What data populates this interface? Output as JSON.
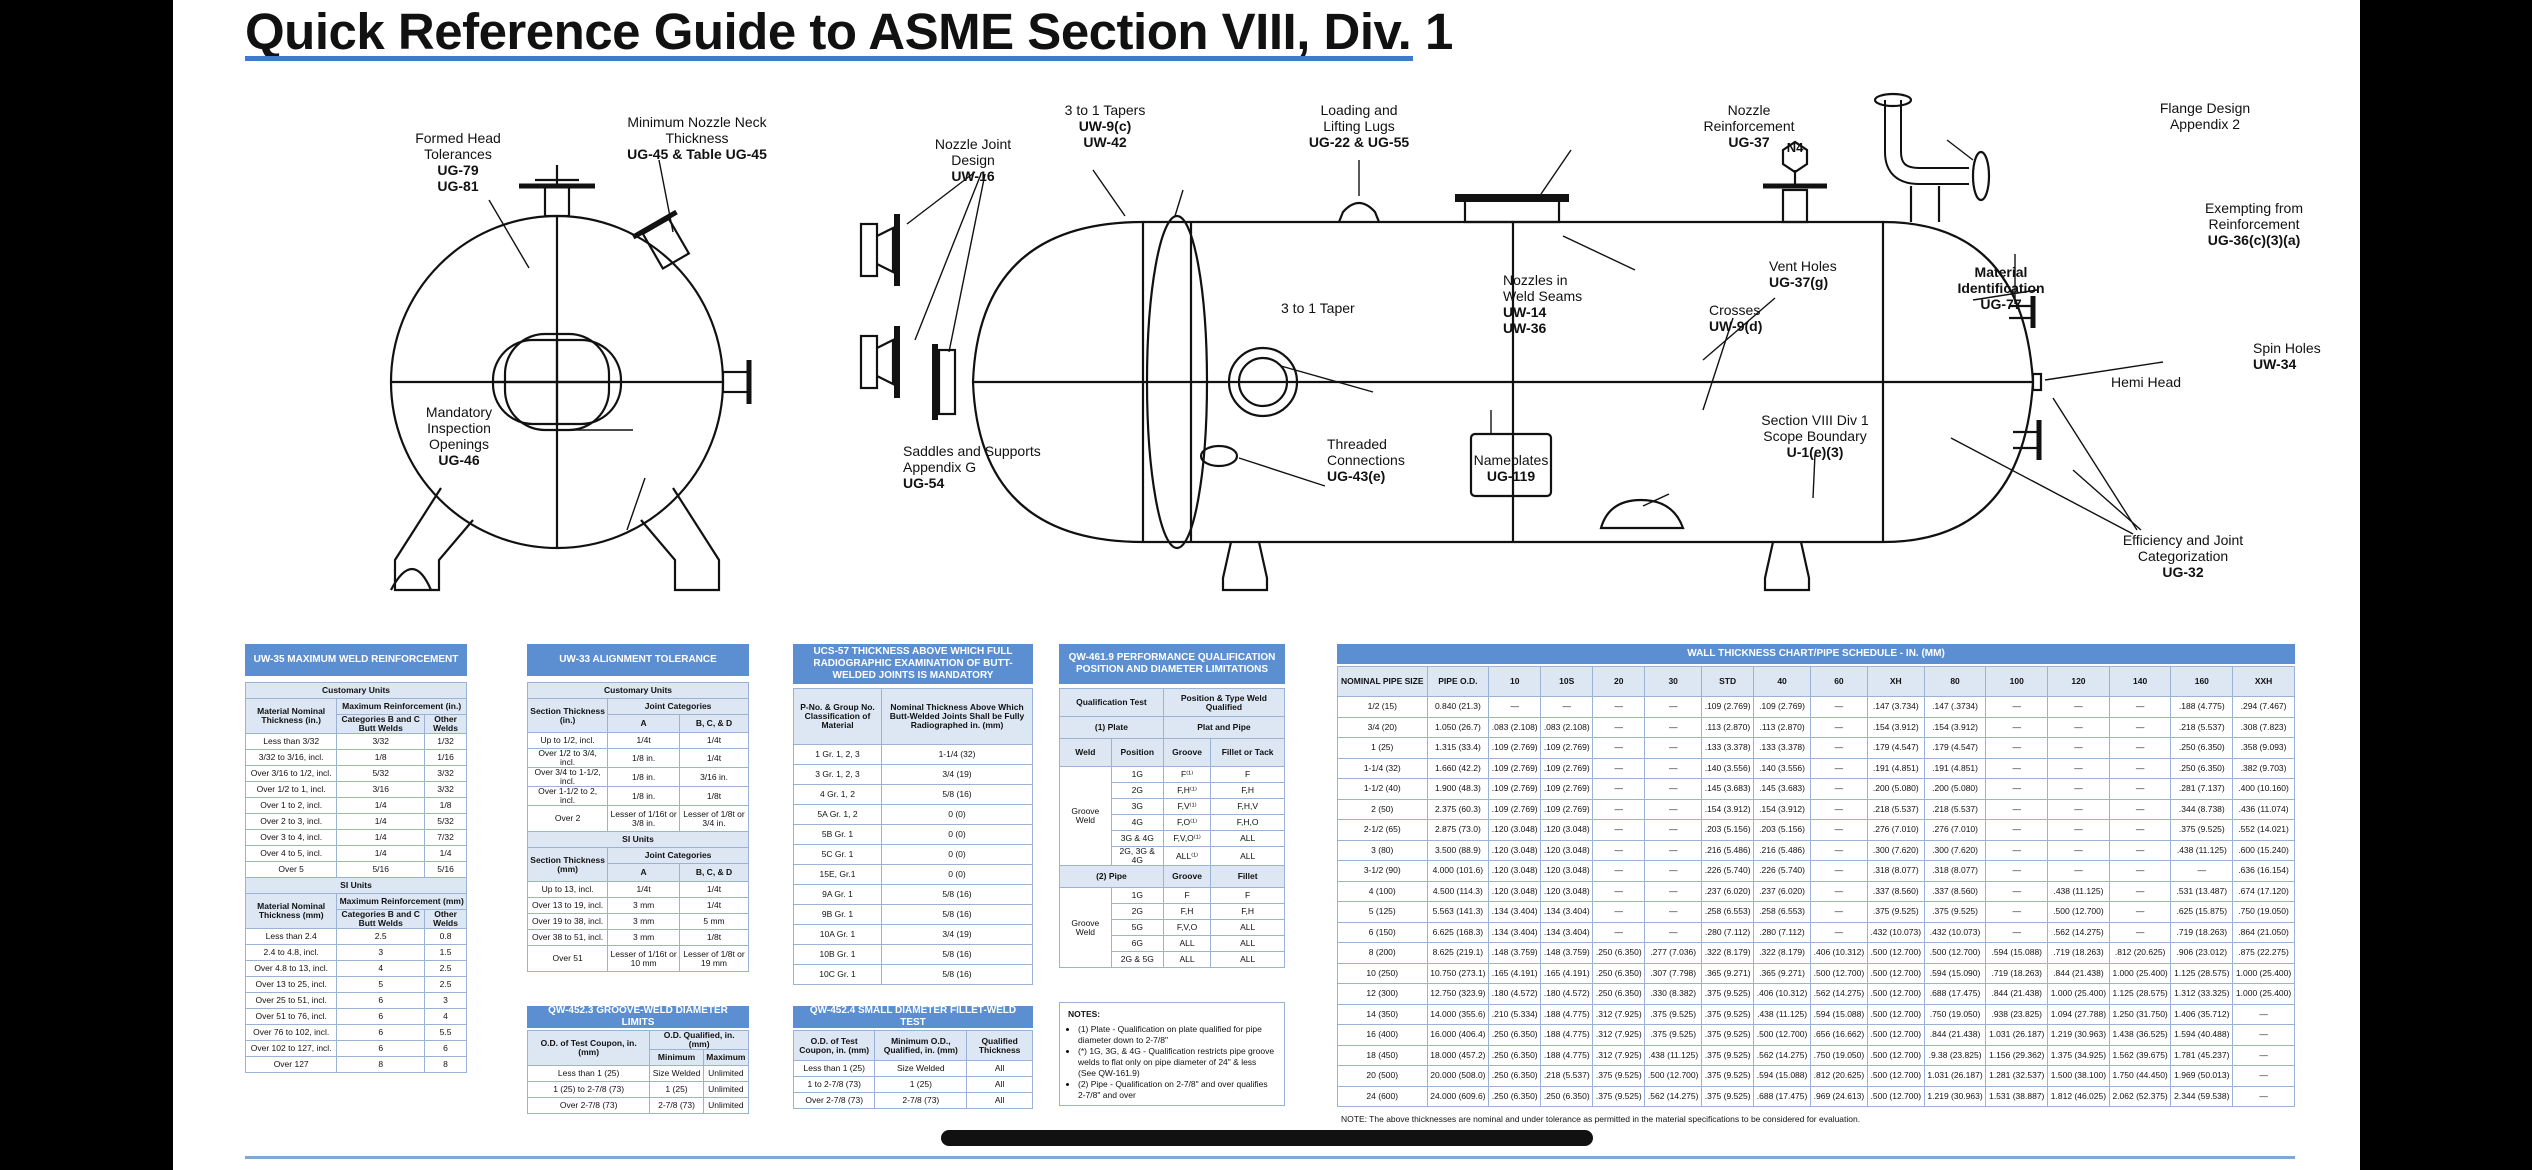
{
  "title": "Quick Reference Guide to ASME Section VIII, Div. 1",
  "annotations": {
    "formed_head": [
      "Formed Head",
      "Tolerances",
      "UG-79",
      "UG-81"
    ],
    "min_nozzle": [
      "Minimum Nozzle Neck",
      "Thickness",
      "UG-45 & Table UG-45"
    ],
    "nozzle_joint": [
      "Nozzle Joint",
      "Design",
      "UW-16"
    ],
    "tapers": [
      "3 to 1 Tapers",
      "UW-9(c)",
      "UW-42"
    ],
    "lugs": [
      "Loading and",
      "Lifting Lugs",
      "UG-22 & UG-55"
    ],
    "nozzle_reinf": [
      "Nozzle",
      "Reinforcement",
      "UG-37"
    ],
    "n4": "N4",
    "flange": [
      "Flange Design",
      "Appendix 2"
    ],
    "exempting": [
      "Exempting from",
      "Reinforcement",
      "UG-36(c)(3)(a)"
    ],
    "taper_1": "3 to 1 Taper",
    "nozzles_weld": [
      "Nozzles in",
      "Weld Seams",
      "UW-14",
      "UW-36"
    ],
    "vent": [
      "Vent Holes",
      "UG-37(g)"
    ],
    "material": [
      "Material",
      "Identification",
      "UG-77"
    ],
    "crosses": [
      "Crosses",
      "UW-9(d)"
    ],
    "spin": [
      "Spin Holes",
      "UW-34"
    ],
    "hemi": "Hemi Head",
    "mandatory": [
      "Mandatory",
      "Inspection",
      "Openings",
      "UG-46"
    ],
    "saddles": [
      "Saddles and Supports",
      "Appendix G",
      "UG-54"
    ],
    "threaded": [
      "Threaded",
      "Connections",
      "UG-43(e)"
    ],
    "nameplates": [
      "Nameplates",
      "UG-119"
    ],
    "scope": [
      "Section VIII Div 1",
      "Scope Boundary",
      "U-1(e)(3)"
    ],
    "efficiency": [
      "Efficiency and Joint",
      "Categorization",
      "UG-32"
    ]
  },
  "uw35": {
    "title": "UW-35 MAXIMUM WELD REINFORCEMENT",
    "cust_label": "Customary Units",
    "h_material": "Material Nominal Thickness (in.)",
    "h_max": "Maximum Reinforcement (in.)",
    "h_cat": "Categories B and C Butt Welds",
    "h_other": "Other Welds",
    "cust_rows": [
      [
        "Less than 3/32",
        "3/32",
        "1/32"
      ],
      [
        "3/32 to 3/16, incl.",
        "1/8",
        "1/16"
      ],
      [
        "Over 3/16 to 1/2, incl.",
        "5/32",
        "3/32"
      ],
      [
        "Over 1/2 to 1, incl.",
        "3/16",
        "3/32"
      ],
      [
        "Over 1 to 2, incl.",
        "1/4",
        "1/8"
      ],
      [
        "Over 2 to 3, incl.",
        "1/4",
        "5/32"
      ],
      [
        "Over 3 to 4, incl.",
        "1/4",
        "7/32"
      ],
      [
        "Over 4 to 5, incl.",
        "1/4",
        "1/4"
      ],
      [
        "Over 5",
        "5/16",
        "5/16"
      ]
    ],
    "si_label": "SI Units",
    "h_material_si": "Material Nominal Thickness (mm)",
    "h_max_si": "Maximum Reinforcement (mm)",
    "h_cat_si": "Categories B and C Butt Welds",
    "si_rows": [
      [
        "Less than 2.4",
        "2.5",
        "0.8"
      ],
      [
        "2.4 to 4.8, incl.",
        "3",
        "1.5"
      ],
      [
        "Over 4.8 to 13, incl.",
        "4",
        "2.5"
      ],
      [
        "Over 13 to 25, incl.",
        "5",
        "2.5"
      ],
      [
        "Over 25 to 51, incl.",
        "6",
        "3"
      ],
      [
        "Over 51 to 76, incl.",
        "6",
        "4"
      ],
      [
        "Over 76 to 102, incl.",
        "6",
        "5.5"
      ],
      [
        "Over 102 to 127, incl.",
        "6",
        "6"
      ],
      [
        "Over 127",
        "8",
        "8"
      ]
    ]
  },
  "uw33": {
    "title": "UW-33 ALIGNMENT TOLERANCE",
    "cust_label": "Customary Units",
    "h_section": "Section Thickness (in.)",
    "h_joint": "Joint Categories",
    "h_a": "A",
    "h_bcd": "B, C, & D",
    "cust_rows": [
      [
        "Up to 1/2, incl.",
        "1/4t",
        "1/4t"
      ],
      [
        "Over 1/2 to 3/4, incl.",
        "1/8 in.",
        "1/4t"
      ],
      [
        "Over 3/4 to 1-1/2, incl.",
        "1/8 in.",
        "3/16 in."
      ],
      [
        "Over 1-1/2 to 2, incl.",
        "1/8 in.",
        "1/8t"
      ],
      [
        "Over 2",
        "Lesser of 1/16t or 3/8 in.",
        "Lesser of 1/8t or 3/4 in."
      ]
    ],
    "si_label": "SI Units",
    "h_section_si": "Section Thickness (mm)",
    "si_rows": [
      [
        "Up to 13, incl.",
        "1/4t",
        "1/4t"
      ],
      [
        "Over 13 to 19, incl.",
        "3 mm",
        "1/4t"
      ],
      [
        "Over 19 to 38, incl.",
        "3 mm",
        "5 mm"
      ],
      [
        "Over 38 to 51, incl.",
        "3 mm",
        "1/8t"
      ],
      [
        "Over 51",
        "Lesser of 1/16t or 10 mm",
        "Lesser of 1/8t or 19 mm"
      ]
    ]
  },
  "qw4523": {
    "title": "QW-452.3 GROOVE-WELD DIAMETER LIMITS",
    "h_od": "O.D. of Test Coupon, in. (mm)",
    "h_q": "O.D. Qualified, in. (mm)",
    "h_min": "Minimum",
    "h_max": "Maximum",
    "rows": [
      [
        "Less than 1 (25)",
        "Size Welded",
        "Unlimited"
      ],
      [
        "1 (25) to 2-7/8 (73)",
        "1 (25)",
        "Unlimited"
      ],
      [
        "Over 2-7/8 (73)",
        "2-7/8 (73)",
        "Unlimited"
      ]
    ]
  },
  "ucs57": {
    "title": "UCS-57 THICKNESS ABOVE WHICH FULL RADIOGRAPHIC EXAMINATION OF BUTT-WELDED JOINTS IS MANDATORY",
    "h_p": "P-No. & Group No. Classification of Material",
    "h_nom": "Nominal Thickness Above Which Butt-Welded Joints Shall be Fully Radiographed in. (mm)",
    "rows": [
      [
        "1 Gr. 1, 2, 3",
        "1-1/4 (32)"
      ],
      [
        "3 Gr. 1, 2, 3",
        "3/4 (19)"
      ],
      [
        "4 Gr. 1, 2",
        "5/8 (16)"
      ],
      [
        "5A Gr. 1, 2",
        "0 (0)"
      ],
      [
        "5B Gr. 1",
        "0 (0)"
      ],
      [
        "5C Gr. 1",
        "0 (0)"
      ],
      [
        "15E, Gr.1",
        "0 (0)"
      ],
      [
        "9A Gr. 1",
        "5/8 (16)"
      ],
      [
        "9B Gr. 1",
        "5/8 (16)"
      ],
      [
        "10A Gr. 1",
        "3/4 (19)"
      ],
      [
        "10B Gr. 1",
        "5/8 (16)"
      ],
      [
        "10C Gr. 1",
        "5/8 (16)"
      ]
    ]
  },
  "qw4524": {
    "title": "QW-452.4 SMALL DIAMETER FILLET-WELD TEST",
    "h_od": "O.D. of Test Coupon, in. (mm)",
    "h_min": "Minimum O.D., Qualified, in. (mm)",
    "h_qt": "Qualified Thickness",
    "rows": [
      [
        "Less than 1 (25)",
        "Size Welded",
        "All"
      ],
      [
        "1 to 2-7/8 (73)",
        "1 (25)",
        "All"
      ],
      [
        "Over 2-7/8 (73)",
        "2-7/8 (73)",
        "All"
      ]
    ]
  },
  "qw4619": {
    "title": "QW-461.9 PERFORMANCE QUALIFICATION POSITION AND DIAMETER LIMITATIONS",
    "h_qt": "Qualification Test",
    "h_pt": "Position & Type Weld Qualified",
    "plate_label": "(1) Plate",
    "plate_pipe": "Plat and Pipe",
    "h_weld": "Weld",
    "h_position": "Position",
    "h_groove": "Groove",
    "h_fillet_tack": "Fillet or Tack",
    "groove_weld": "Groove Weld",
    "plate_rows": [
      [
        "1G",
        "F⁽¹⁾",
        "F"
      ],
      [
        "2G",
        "F,H⁽¹⁾",
        "F,H"
      ],
      [
        "3G",
        "F,V⁽¹⁾",
        "F,H,V"
      ],
      [
        "4G",
        "F,O⁽¹⁾",
        "F,H,O"
      ],
      [
        "3G & 4G",
        "F,V,O⁽¹⁾",
        "ALL"
      ],
      [
        "2G, 3G & 4G",
        "ALL⁽¹⁾",
        "ALL"
      ]
    ],
    "pipe_label": "(2) Pipe",
    "h_fillet": "Fillet",
    "pipe_rows": [
      [
        "1G",
        "F",
        "F"
      ],
      [
        "2G",
        "F,H",
        "F,H"
      ],
      [
        "5G",
        "F,V,O",
        "ALL"
      ],
      [
        "6G",
        "ALL",
        "ALL"
      ],
      [
        "2G & 5G",
        "ALL",
        "ALL"
      ]
    ],
    "notes_title": "NOTES:",
    "notes": [
      "(1) Plate - Qualification on plate qualified for pipe diameter down to 2-7/8\"",
      "(*) 1G, 3G, & 4G - Qualification restricts pipe groove welds to flat only on pipe diameter of 24\" & less (See QW-161.9)",
      "(2) Pipe - Qualification on 2-7/8\" and over qualifies 2-7/8\" and over"
    ]
  },
  "wall": {
    "title": "WALL THICKNESS CHART/PIPE SCHEDULE - IN. (MM)",
    "headers": [
      "NOMINAL PIPE SIZE",
      "PIPE O.D.",
      "10",
      "10S",
      "20",
      "30",
      "STD",
      "40",
      "60",
      "XH",
      "80",
      "100",
      "120",
      "140",
      "160",
      "XXH"
    ],
    "rows": [
      [
        "1/2 (15)",
        "0.840 (21.3)",
        "—",
        "—",
        "—",
        "—",
        ".109 (2.769)",
        ".109 (2.769)",
        "—",
        ".147 (3.734)",
        ".147 (.3734)",
        "—",
        "—",
        "—",
        ".188 (4.775)",
        ".294 (7.467)"
      ],
      [
        "3/4 (20)",
        "1.050 (26.7)",
        ".083 (2.108)",
        ".083 (2.108)",
        "—",
        "—",
        ".113 (2.870)",
        ".113 (2.870)",
        "—",
        ".154 (3.912)",
        ".154 (3.912)",
        "—",
        "—",
        "—",
        ".218 (5.537)",
        ".308 (7.823)"
      ],
      [
        "1 (25)",
        "1.315 (33.4)",
        ".109 (2.769)",
        ".109 (2.769)",
        "—",
        "—",
        ".133 (3.378)",
        ".133 (3.378)",
        "—",
        ".179 (4.547)",
        ".179 (4.547)",
        "—",
        "—",
        "—",
        ".250 (6.350)",
        ".358 (9.093)"
      ],
      [
        "1-1/4 (32)",
        "1.660 (42.2)",
        ".109 (2.769)",
        ".109 (2.769)",
        "—",
        "—",
        ".140 (3.556)",
        ".140 (3.556)",
        "—",
        ".191 (4.851)",
        ".191 (4.851)",
        "—",
        "—",
        "—",
        ".250 (6.350)",
        ".382 (9.703)"
      ],
      [
        "1-1/2 (40)",
        "1.900 (48.3)",
        ".109 (2.769)",
        ".109 (2.769)",
        "—",
        "—",
        ".145 (3.683)",
        ".145 (3.683)",
        "—",
        ".200 (5.080)",
        ".200 (5.080)",
        "—",
        "—",
        "—",
        ".281 (7.137)",
        ".400 (10.160)"
      ],
      [
        "2 (50)",
        "2.375 (60.3)",
        ".109 (2.769)",
        ".109 (2.769)",
        "—",
        "—",
        ".154 (3.912)",
        ".154 (3.912)",
        "—",
        ".218 (5.537)",
        ".218 (5.537)",
        "—",
        "—",
        "—",
        ".344 (8.738)",
        ".436 (11.074)"
      ],
      [
        "2-1/2 (65)",
        "2.875 (73.0)",
        ".120 (3.048)",
        ".120 (3.048)",
        "—",
        "—",
        ".203 (5.156)",
        ".203 (5.156)",
        "—",
        ".276 (7.010)",
        ".276 (7.010)",
        "—",
        "—",
        "—",
        ".375 (9.525)",
        ".552 (14.021)"
      ],
      [
        "3 (80)",
        "3.500 (88.9)",
        ".120 (3.048)",
        ".120 (3.048)",
        "—",
        "—",
        ".216 (5.486)",
        ".216 (5.486)",
        "—",
        ".300 (7.620)",
        ".300 (7.620)",
        "—",
        "—",
        "—",
        ".438 (11.125)",
        ".600 (15.240)"
      ],
      [
        "3-1/2 (90)",
        "4.000 (101.6)",
        ".120 (3.048)",
        ".120 (3.048)",
        "—",
        "—",
        ".226 (5.740)",
        ".226 (5.740)",
        "—",
        ".318 (8.077)",
        ".318 (8.077)",
        "—",
        "—",
        "—",
        "—",
        ".636 (16.154)"
      ],
      [
        "4 (100)",
        "4.500 (114.3)",
        ".120 (3.048)",
        ".120 (3.048)",
        "—",
        "—",
        ".237 (6.020)",
        ".237 (6.020)",
        "—",
        ".337 (8.560)",
        ".337 (8.560)",
        "—",
        ".438 (11.125)",
        "—",
        ".531 (13.487)",
        ".674 (17.120)"
      ],
      [
        "5 (125)",
        "5.563 (141.3)",
        ".134 (3.404)",
        ".134 (3.404)",
        "—",
        "—",
        ".258 (6.553)",
        ".258 (6.553)",
        "—",
        ".375 (9.525)",
        ".375 (9.525)",
        "—",
        ".500 (12.700)",
        "—",
        ".625 (15.875)",
        ".750 (19.050)"
      ],
      [
        "6 (150)",
        "6.625 (168.3)",
        ".134 (3.404)",
        ".134 (3.404)",
        "—",
        "—",
        ".280 (7.112)",
        ".280 (7.112)",
        "—",
        ".432 (10.073)",
        ".432 (10.073)",
        "—",
        ".562 (14.275)",
        "—",
        ".719 (18.263)",
        ".864 (21.050)"
      ],
      [
        "8 (200)",
        "8.625 (219.1)",
        ".148 (3.759)",
        ".148 (3.759)",
        ".250 (6.350)",
        ".277 (7.036)",
        ".322 (8.179)",
        ".322 (8.179)",
        ".406 (10.312)",
        ".500 (12.700)",
        ".500 (12.700)",
        ".594 (15.088)",
        ".719 (18.263)",
        ".812 (20.625)",
        ".906 (23.012)",
        ".875 (22.275)"
      ],
      [
        "10 (250)",
        "10.750 (273.1)",
        ".165 (4.191)",
        ".165 (4.191)",
        ".250 (6.350)",
        ".307 (7.798)",
        ".365 (9.271)",
        ".365 (9.271)",
        ".500 (12.700)",
        ".500 (12.700)",
        ".594 (15.090)",
        ".719 (18.263)",
        ".844 (21.438)",
        "1.000 (25.400)",
        "1.125 (28.575)",
        "1.000 (25.400)"
      ],
      [
        "12 (300)",
        "12.750 (323.9)",
        ".180 (4.572)",
        ".180 (4.572)",
        ".250 (6.350)",
        ".330 (8.382)",
        ".375 (9.525)",
        ".406 (10.312)",
        ".562 (14.275)",
        ".500 (12.700)",
        ".688 (17.475)",
        ".844 (21.438)",
        "1.000 (25.400)",
        "1.125 (28.575)",
        "1.312 (33.325)",
        "1.000 (25.400)"
      ],
      [
        "14 (350)",
        "14.000 (355.6)",
        ".210 (5.334)",
        ".188 (4.775)",
        ".312 (7.925)",
        ".375 (9.525)",
        ".375 (9.525)",
        ".438 (11.125)",
        ".594 (15.088)",
        ".500 (12.700)",
        ".750 (19.050)",
        ".938 (23.825)",
        "1.094 (27.788)",
        "1.250 (31.750)",
        "1.406 (35.712)",
        "—"
      ],
      [
        "16 (400)",
        "16.000 (406.4)",
        ".250 (6.350)",
        ".188 (4.775)",
        ".312 (7.925)",
        ".375 (9.525)",
        ".375 (9.525)",
        ".500 (12.700)",
        ".656 (16.662)",
        ".500 (12.700)",
        ".844 (21.438)",
        "1.031 (26.187)",
        "1.219 (30.963)",
        "1.438 (36.525)",
        "1.594 (40.488)",
        "—"
      ],
      [
        "18 (450)",
        "18.000 (457.2)",
        ".250 (6.350)",
        ".188 (4.775)",
        ".312 (7.925)",
        ".438 (11.125)",
        ".375 (9.525)",
        ".562 (14.275)",
        ".750 (19.050)",
        ".500 (12.700)",
        ".9.38 (23.825)",
        "1.156 (29.362)",
        "1.375 (34.925)",
        "1.562 (39.675)",
        "1.781 (45.237)",
        "—"
      ],
      [
        "20 (500)",
        "20.000 (508.0)",
        ".250 (6.350)",
        ".218 (5.537)",
        ".375 (9.525)",
        ".500 (12.700)",
        ".375 (9.525)",
        ".594 (15.088)",
        ".812 (20.625)",
        ".500 (12.700)",
        "1.031 (26.187)",
        "1.281 (32.537)",
        "1.500 (38.100)",
        "1.750 (44.450)",
        "1.969 (50.013)",
        "—"
      ],
      [
        "24 (600)",
        "24.000 (609.6)",
        ".250 (6.350)",
        ".250 (6.350)",
        ".375 (9.525)",
        ".562 (14.275)",
        ".375 (9.525)",
        ".688 (17.475)",
        ".969 (24.613)",
        ".500 (12.700)",
        "1.219 (30.963)",
        "1.531 (38.887)",
        "1.812 (46.025)",
        "2.062 (52.375)",
        "2.344 (59.538)",
        "—"
      ]
    ],
    "note": "NOTE:  The above thicknesses are nominal and under tolerance as permitted in the material specifications to be considered for evaluation."
  }
}
